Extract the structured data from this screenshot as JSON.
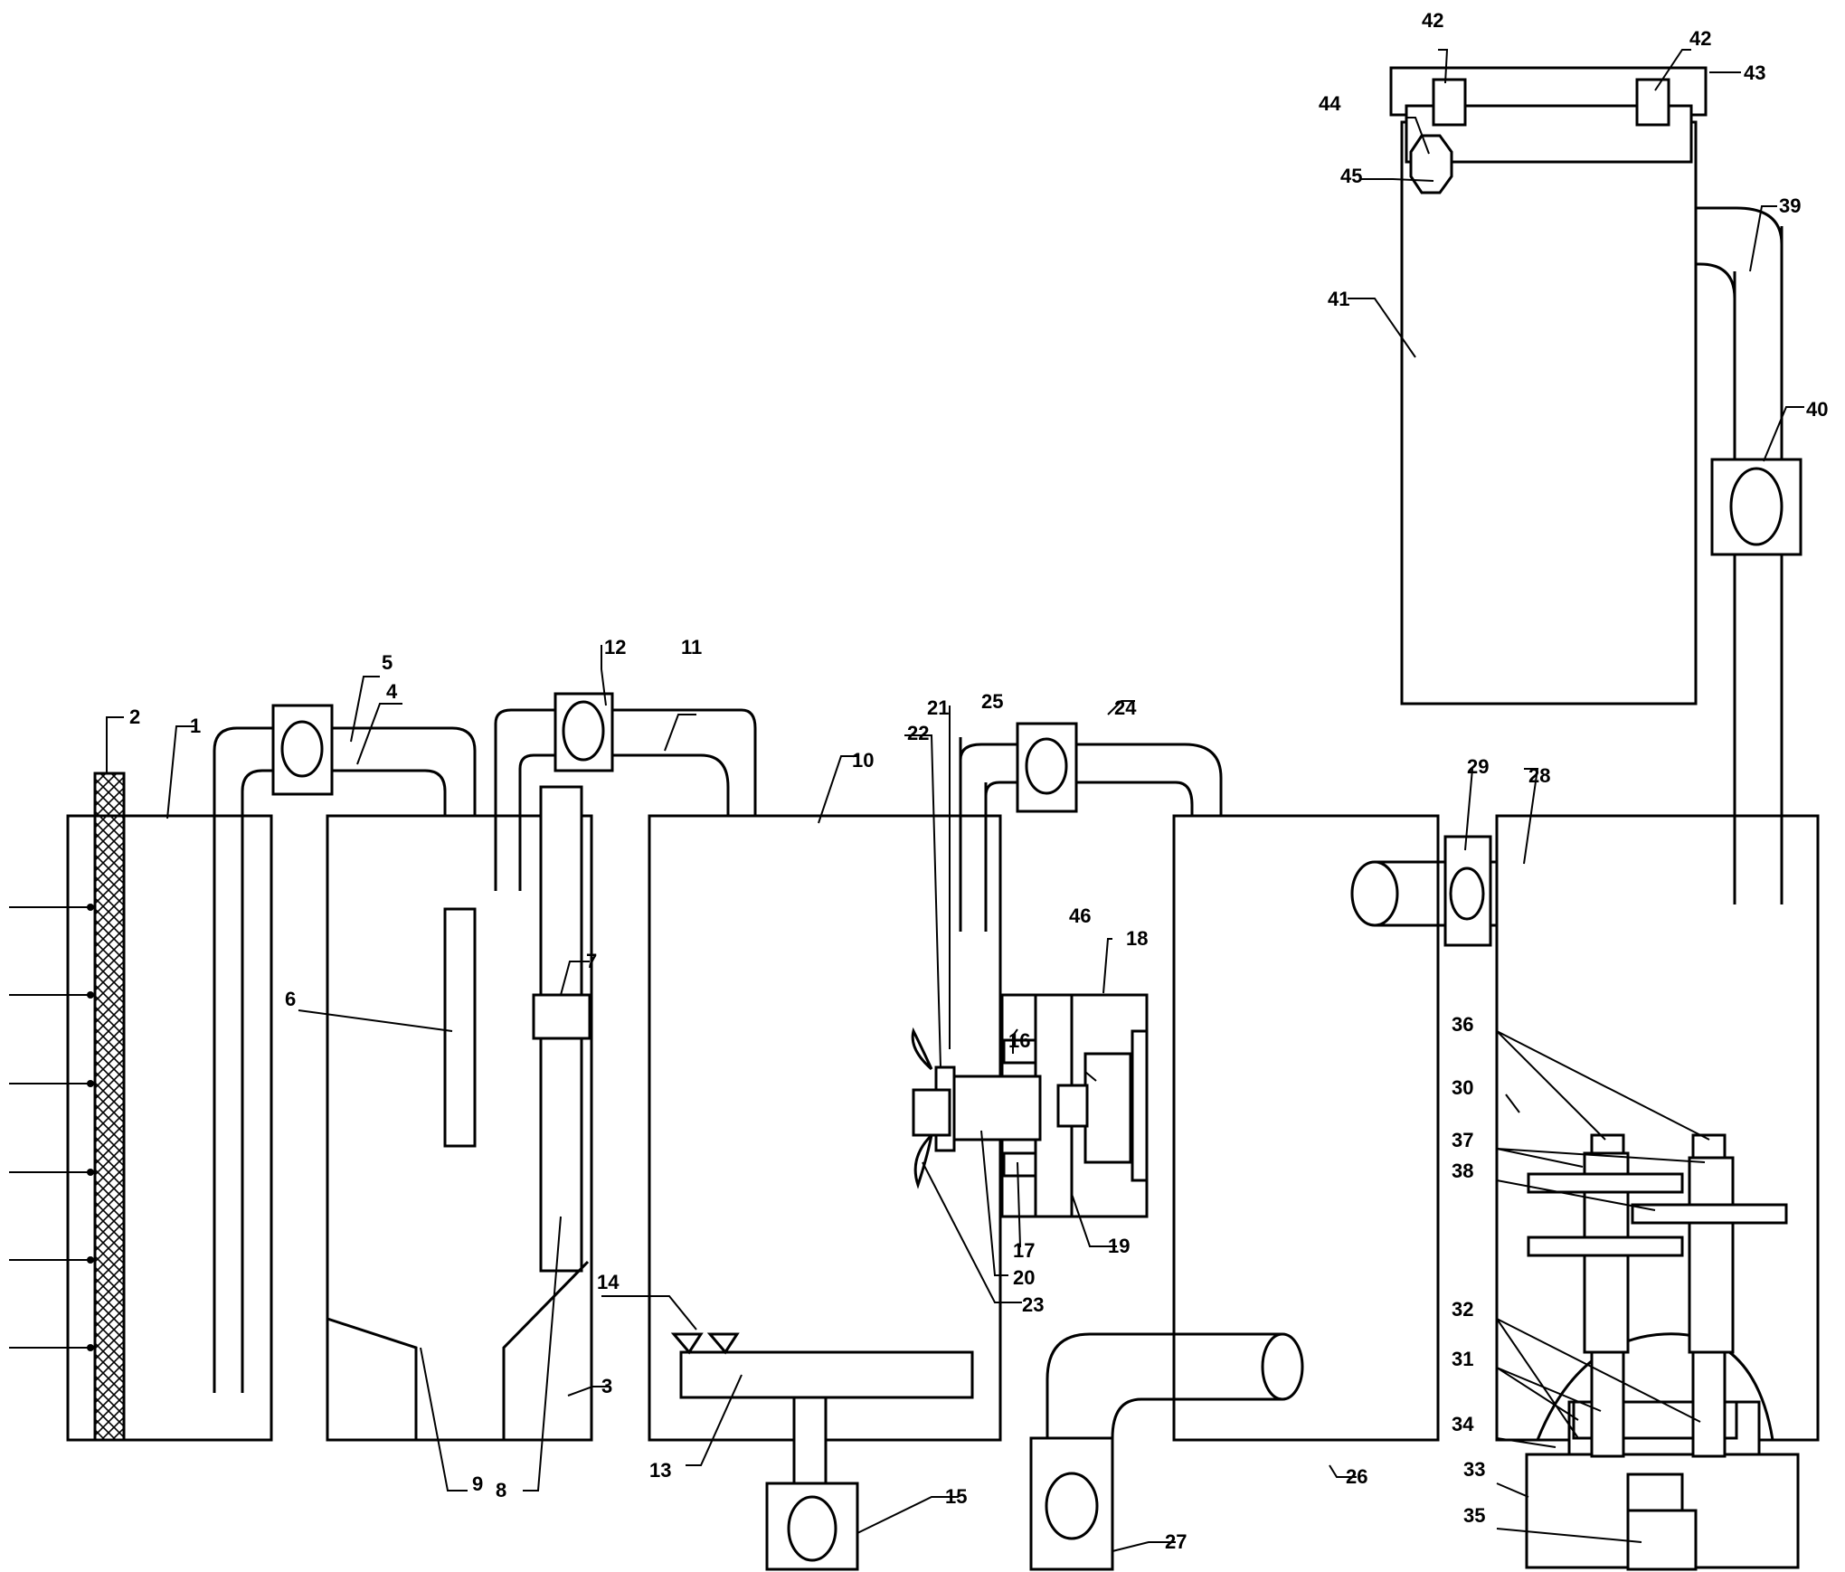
{
  "labels": {
    "l1": "1",
    "l2": "2",
    "l3": "3",
    "l4": "4",
    "l5": "5",
    "l6": "6",
    "l7": "7",
    "l8": "8",
    "l9": "9",
    "l10": "10",
    "l11": "11",
    "l12": "12",
    "l13": "13",
    "l14": "14",
    "l15": "15",
    "l16": "16",
    "l17": "17",
    "l18": "18",
    "l19": "19",
    "l20": "20",
    "l21": "21",
    "l22": "22",
    "l23": "23",
    "l24": "24",
    "l25": "25",
    "l26": "26",
    "l27": "27",
    "l28": "28",
    "l29": "29",
    "l30": "30",
    "l31": "31",
    "l32": "32",
    "l33": "33",
    "l34": "34",
    "l35": "35",
    "l36": "36",
    "l37": "37",
    "l38": "38",
    "l39": "39",
    "l40": "40",
    "l41": "41",
    "l42a": "42",
    "l42b": "42",
    "l43": "43",
    "l44": "44",
    "l45": "45",
    "l46": "46"
  },
  "colors": {
    "line": "#000000",
    "background": "#ffffff"
  }
}
